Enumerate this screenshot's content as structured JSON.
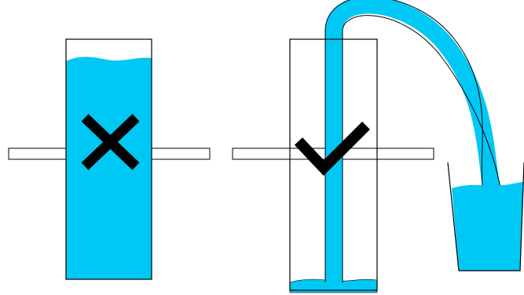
{
  "colors": {
    "water": "#00c8f5",
    "outline": "#000000",
    "background": "#ffffff",
    "mark": "#000000"
  },
  "panels": [
    {
      "name": "without-siphon",
      "mark_icon": "cross-icon",
      "container_fill": "full",
      "siphon_present": false
    },
    {
      "name": "with-siphon",
      "mark_icon": "check-icon",
      "container_fill": "nearly-empty",
      "siphon_present": true,
      "drains_into": "glass"
    }
  ]
}
